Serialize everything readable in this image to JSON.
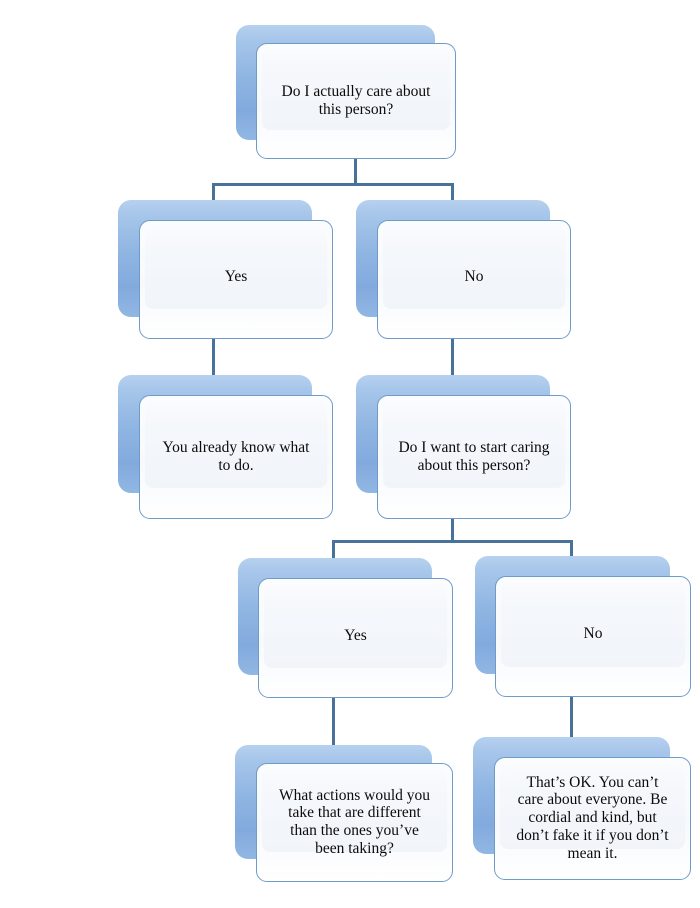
{
  "chart_data": {
    "type": "diagram",
    "title": "Do I actually care about this person? — decision flowchart",
    "orientation": "top-down",
    "node_count": 9,
    "edge_count": 8,
    "nodes": [
      {
        "id": "n1",
        "text": "Do I actually care about\nthis person?",
        "row": 1
      },
      {
        "id": "n2",
        "text": "Yes",
        "row": 2
      },
      {
        "id": "n3",
        "text": "No",
        "row": 2
      },
      {
        "id": "n4",
        "text": "You already know what\nto do.",
        "row": 3
      },
      {
        "id": "n5",
        "text": "Do I want to start caring\nabout this person?",
        "row": 3
      },
      {
        "id": "n6",
        "text": "Yes",
        "row": 4
      },
      {
        "id": "n7",
        "text": "No",
        "row": 4
      },
      {
        "id": "n8",
        "text": "What actions would you\ntake that are different\nthan the ones you’ve\nbeen taking?",
        "row": 5
      },
      {
        "id": "n9",
        "text": "That’s OK. You can’t\ncare about everyone. Be\ncordial and kind, but\ndon’t fake it if you don’t\nmean it.",
        "row": 5
      }
    ],
    "edges": [
      {
        "from": "n1",
        "to": "n2"
      },
      {
        "from": "n1",
        "to": "n3"
      },
      {
        "from": "n2",
        "to": "n4"
      },
      {
        "from": "n3",
        "to": "n5"
      },
      {
        "from": "n5",
        "to": "n6"
      },
      {
        "from": "n5",
        "to": "n7"
      },
      {
        "from": "n6",
        "to": "n8"
      },
      {
        "from": "n7",
        "to": "n9"
      }
    ],
    "colors": {
      "connector": "#49729a",
      "plate_top": "#b7d1ef",
      "plate_bottom": "#82aadd",
      "card_fill": "#fbfcfe",
      "card_border": "#6e9bc8",
      "text": "#0b0b0b",
      "background": "#ffffff"
    }
  },
  "nodes": {
    "n1": {
      "text": "Do I actually care about\nthis person?"
    },
    "n2": {
      "text": "Yes"
    },
    "n3": {
      "text": "No"
    },
    "n4": {
      "text": "You already know what\nto do."
    },
    "n5": {
      "text": "Do I want to start caring\nabout this person?"
    },
    "n6": {
      "text": "Yes"
    },
    "n7": {
      "text": "No"
    },
    "n8": {
      "text": "What actions would you\ntake that are different\nthan the ones you’ve\nbeen taking?"
    },
    "n9": {
      "text": "That’s OK. You can’t\ncare about everyone. Be\ncordial and kind, but\ndon’t fake it if you don’t\nmean it."
    }
  }
}
